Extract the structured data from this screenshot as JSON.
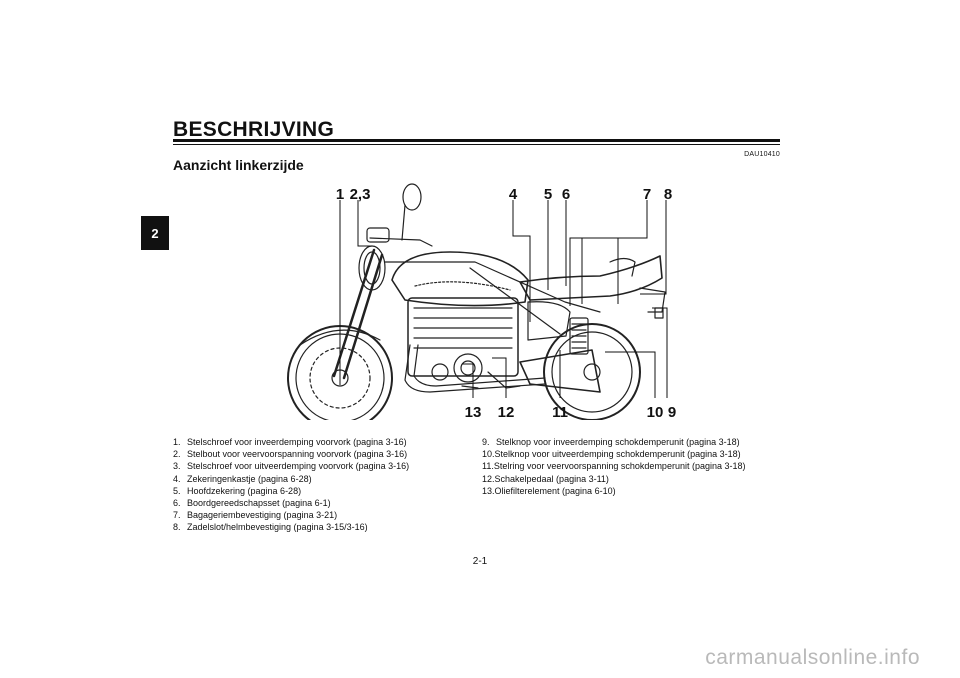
{
  "chapter_tab": "2",
  "page_title": "BESCHRIJVING",
  "doc_code": "DAU10410",
  "section_title": "Aanzicht linkerzijde",
  "callouts": {
    "c1": "1",
    "c23": "2,3",
    "c4": "4",
    "c5": "5",
    "c6": "6",
    "c7": "7",
    "c8": "8",
    "c9": "9",
    "c10": "10",
    "c11": "11",
    "c12": "12",
    "c13": "13"
  },
  "legend_left": [
    {
      "num": "1.",
      "text": "Stelschroef voor inveerdemping voorvork (pagina 3-16)"
    },
    {
      "num": "2.",
      "text": "Stelbout voor veervoorspanning voorvork (pagina 3-16)"
    },
    {
      "num": "3.",
      "text": "Stelschroef voor uitveerdemping voorvork (pagina 3-16)"
    },
    {
      "num": "4.",
      "text": "Zekeringenkastje (pagina 6-28)"
    },
    {
      "num": "5.",
      "text": "Hoofdzekering (pagina 6-28)"
    },
    {
      "num": "6.",
      "text": "Boordgereedschapsset (pagina 6-1)"
    },
    {
      "num": "7.",
      "text": "Bagageriembevestiging (pagina 3-21)"
    },
    {
      "num": "8.",
      "text": "Zadelslot/helmbevestiging (pagina 3-15/3-16)"
    }
  ],
  "legend_right": [
    {
      "num": "9.",
      "text": "Stelknop voor inveerdemping schokdemperunit (pagina 3-18)"
    },
    {
      "num": "10.",
      "text": "Stelknop voor uitveerdemping schokdemperunit (pagina 3-18)"
    },
    {
      "num": "11.",
      "text": "Stelring voor veervoorspanning schokdemperunit (pagina 3-18)"
    },
    {
      "num": "12.",
      "text": "Schakelpedaal (pagina 3-11)"
    },
    {
      "num": "13.",
      "text": "Oliefilterelement (pagina 6-10)"
    }
  ],
  "page_number": "2-1",
  "footer_watermark": "carmanualsonline.info"
}
